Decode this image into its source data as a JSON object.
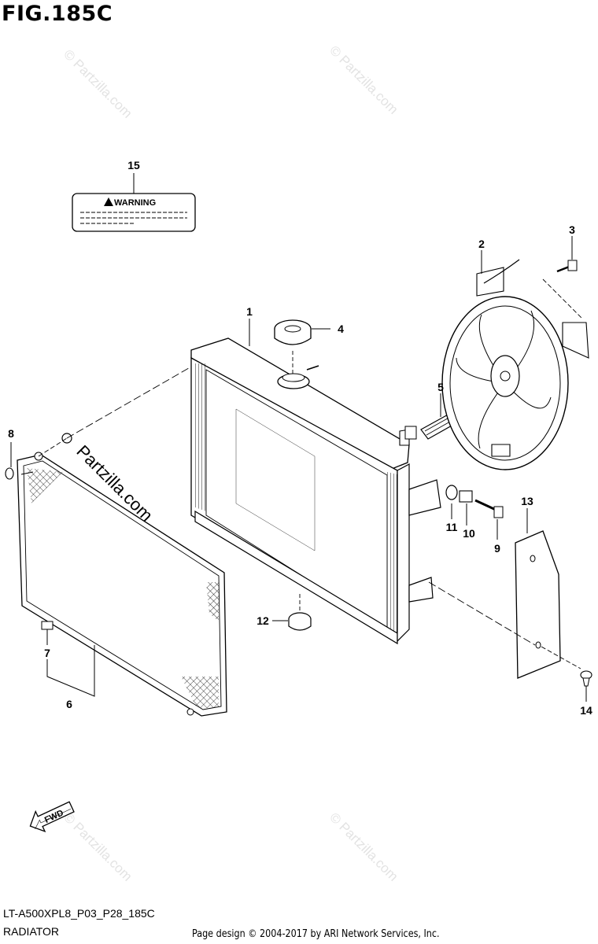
{
  "figure": {
    "title": "FIG.185C"
  },
  "label_sticker": {
    "text": "WARNING",
    "icon": "warning-triangle-icon"
  },
  "callouts": [
    "1",
    "2",
    "3",
    "4",
    "5",
    "6",
    "7",
    "8",
    "9",
    "10",
    "11",
    "12",
    "13",
    "14",
    "15"
  ],
  "direction_badge": {
    "text": "FWD",
    "icon": "forward-arrow-icon"
  },
  "watermark": {
    "text": "© Partzilla.com",
    "overlay_text": "Partzilla.com"
  },
  "footer": {
    "code": "LT-A500XPL8_P03_P28_185C",
    "section": "RADIATOR",
    "copyright": "Page design © 2004-2017 by ARI Network Services, Inc."
  },
  "colors": {
    "line": "#000000",
    "watermark": "#e3e3e3",
    "background": "#ffffff"
  }
}
